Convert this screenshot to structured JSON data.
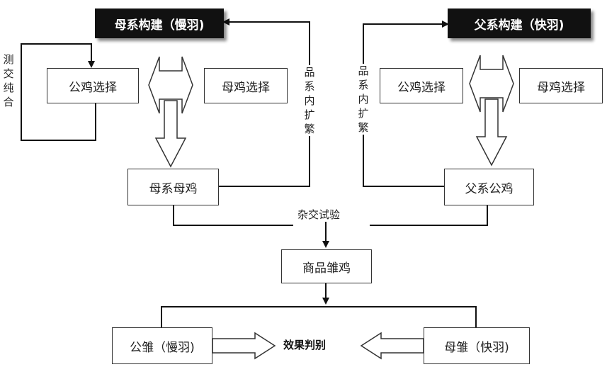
{
  "maternal": {
    "header": "母系构建（慢羽)",
    "rooster_select": "公鸡选择",
    "hen_select": "母鸡选择",
    "line_hen": "母系母鸡",
    "test_cross": "测交纯合"
  },
  "paternal": {
    "header": "父系构建（快羽)",
    "rooster_select": "公鸡选择",
    "hen_select": "母鸡选择",
    "line_rooster": "父系公鸡"
  },
  "expansion_label": "品系内扩繁",
  "cross_test": "杂交试验",
  "commercial_chick": "商品雏鸡",
  "male_chick": "公雏（慢羽)",
  "female_chick": "母雏（快羽)",
  "effect_judgment": "效果判别"
}
